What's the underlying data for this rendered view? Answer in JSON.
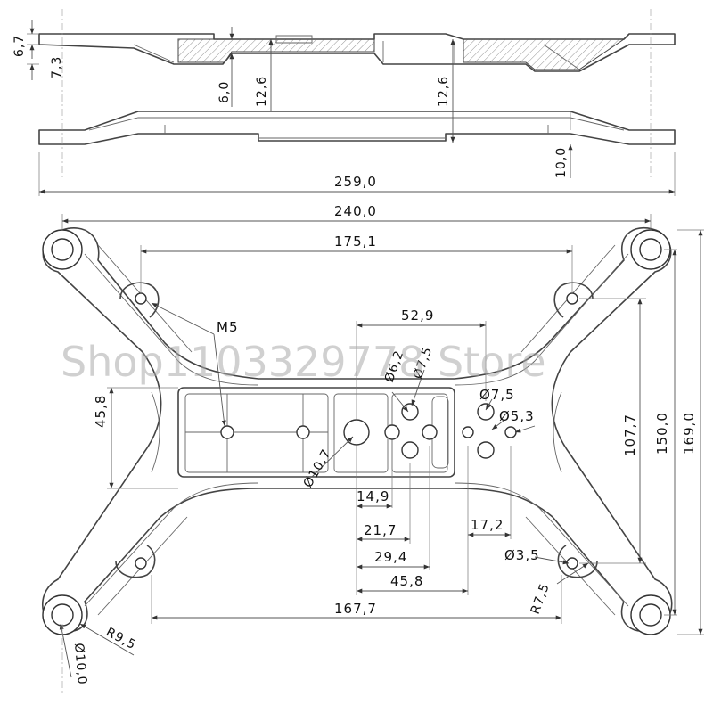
{
  "watermark": "Shop1103329778 Store",
  "dims": {
    "d_6_7": "6,7",
    "d_7_3": "7,3",
    "d_6_0": "6,0",
    "d_12_6_a": "12,6",
    "d_12_6_b": "12,6",
    "d_10_0_side": "10,0",
    "d_259_0": "259,0",
    "d_240_0": "240,0",
    "d_175_1": "175,1",
    "d_m5": "M5",
    "d_52_9": "52,9",
    "d_dia6_2": "Ø6,2",
    "d_dia7_5_a": "Ø7,5",
    "d_dia7_5_b": "Ø7,5",
    "d_dia5_3": "Ø5,3",
    "d_45_8_v": "45,8",
    "d_107_7": "107,7",
    "d_150_0": "150,0",
    "d_169_0": "169,0",
    "d_dia10_7": "Ø10,7",
    "d_14_9": "14,9",
    "d_21_7": "21,7",
    "d_29_4": "29,4",
    "d_45_8_h": "45,8",
    "d_17_2": "17,2",
    "d_dia3_5": "Ø3,5",
    "d_r7_5": "R7,5",
    "d_167_7": "167,7",
    "d_r9_5": "R9,5",
    "d_dia10_0": "Ø10,0"
  },
  "colors": {
    "line": "#444444",
    "watermark": "#aaaaaa"
  }
}
